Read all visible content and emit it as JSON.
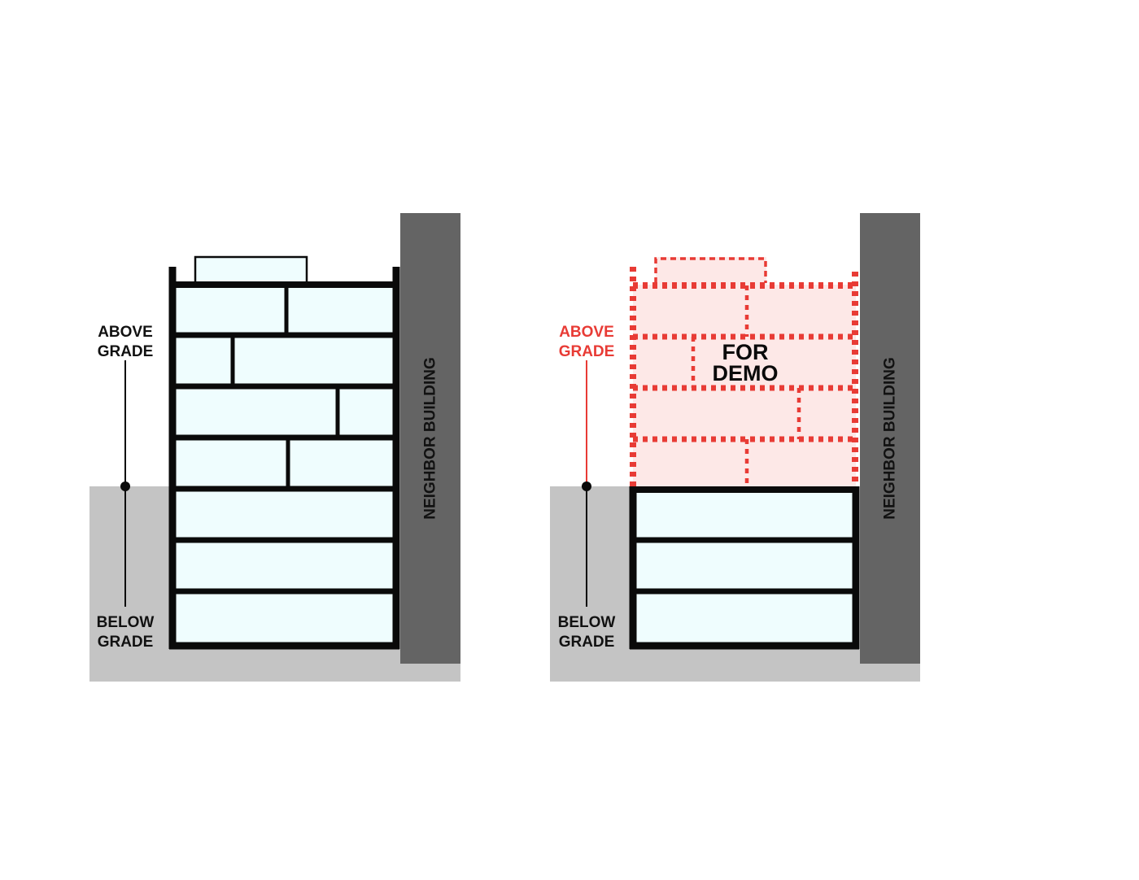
{
  "colors": {
    "ground": "#c4c4c4",
    "neighbor": "#646464",
    "floor_fill": "#effdfe",
    "structure": "#0a0a0a",
    "demo_red": "#e83b35",
    "demo_fill": "#fde8e7",
    "label_black": "#111111"
  },
  "left_diagram": {
    "above_grade_line1": "ABOVE",
    "above_grade_line2": "GRADE",
    "below_grade_line1": "BELOW",
    "below_grade_line2": "GRADE",
    "neighbor_label": "NEIGHBOR BUILDING"
  },
  "right_diagram": {
    "above_grade_line1": "ABOVE",
    "above_grade_line2": "GRADE",
    "below_grade_line1": "BELOW",
    "below_grade_line2": "GRADE",
    "neighbor_label": "NEIGHBOR BUILDING",
    "demo_line1": "FOR",
    "demo_line2": "DEMO"
  }
}
